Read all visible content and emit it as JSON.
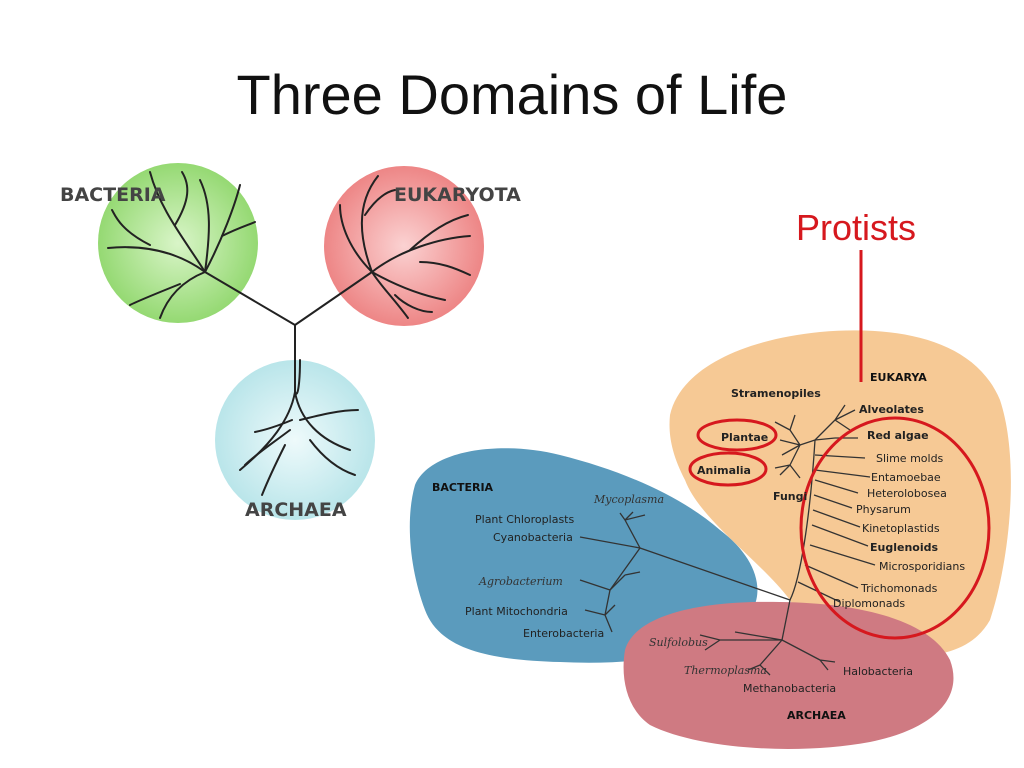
{
  "title": "Three Domains of Life",
  "simple_tree": {
    "bacteria": "BACTERIA",
    "eukaryota": "EUKARYOTA",
    "archaea": "ARCHAEA"
  },
  "callout": {
    "label": "Protists",
    "color": "#d6181e"
  },
  "detailed_tree": {
    "regions": {
      "bacteria": "BACTERIA",
      "eukarya": "EUKARYA",
      "archaea": "ARCHAEA"
    },
    "bacteria_taxa": {
      "mycoplasma": "Mycoplasma",
      "chloroplasts": "Plant Chloroplasts",
      "cyanobacteria": "Cyanobacteria",
      "agrobacterium": "Agrobacterium",
      "mitochondria": "Plant Mitochondria",
      "enterobacteria": "Enterobacteria"
    },
    "eukarya_taxa": {
      "stramenopiles": "Stramenopiles",
      "plantae": "Plantae",
      "animalia": "Animalia",
      "fungi": "Fungi",
      "alveolates": "Alveolates",
      "red_algae": "Red algae",
      "slime_molds": "Slime molds",
      "entamoebae": "Entamoebae",
      "heterolobosea": "Heterolobosea",
      "physarum": "Physarum",
      "kinetoplastids": "Kinetoplastids",
      "euglenoids": "Euglenoids",
      "microsporidians": "Microsporidians",
      "trichomonads": "Trichomonads",
      "diplomonads": "Diplomonads"
    },
    "archaea_taxa": {
      "sulfolobus": "Sulfolobus",
      "thermoplasma": "Thermoplasma",
      "halobacteria": "Halobacteria",
      "methanobacteria": "Methanobacteria"
    }
  },
  "colors": {
    "bacteria_circle": "#a8e08a",
    "eukaryota_circle": "#ee8888",
    "archaea_circle": "#bfe8ec",
    "bacteria_region": "#5b9bbd",
    "eukarya_region": "#f6c995",
    "archaea_region": "#cf7a82",
    "highlight_red": "#d6181e"
  }
}
